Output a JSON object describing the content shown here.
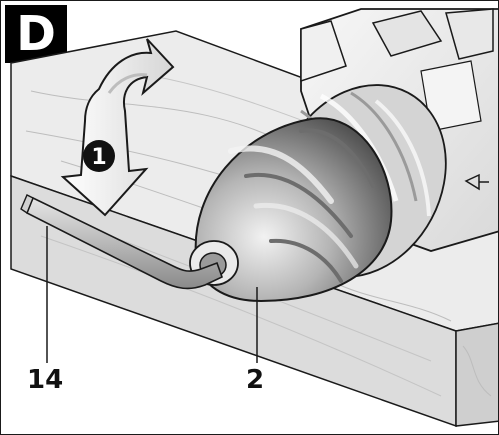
{
  "panel": {
    "letter": "D"
  },
  "step": {
    "number": "1"
  },
  "callouts": [
    {
      "number": "14",
      "part": "allen-key"
    },
    {
      "number": "2",
      "part": "chuck"
    }
  ],
  "colors": {
    "wood": "#e9e9e9",
    "wood_edge": "#c8c8c8",
    "chuck_dark": "#5b5b5b",
    "chuck_light": "#bfbfbf",
    "outline": "#1a1a1a",
    "badge_fill": "#111111"
  }
}
